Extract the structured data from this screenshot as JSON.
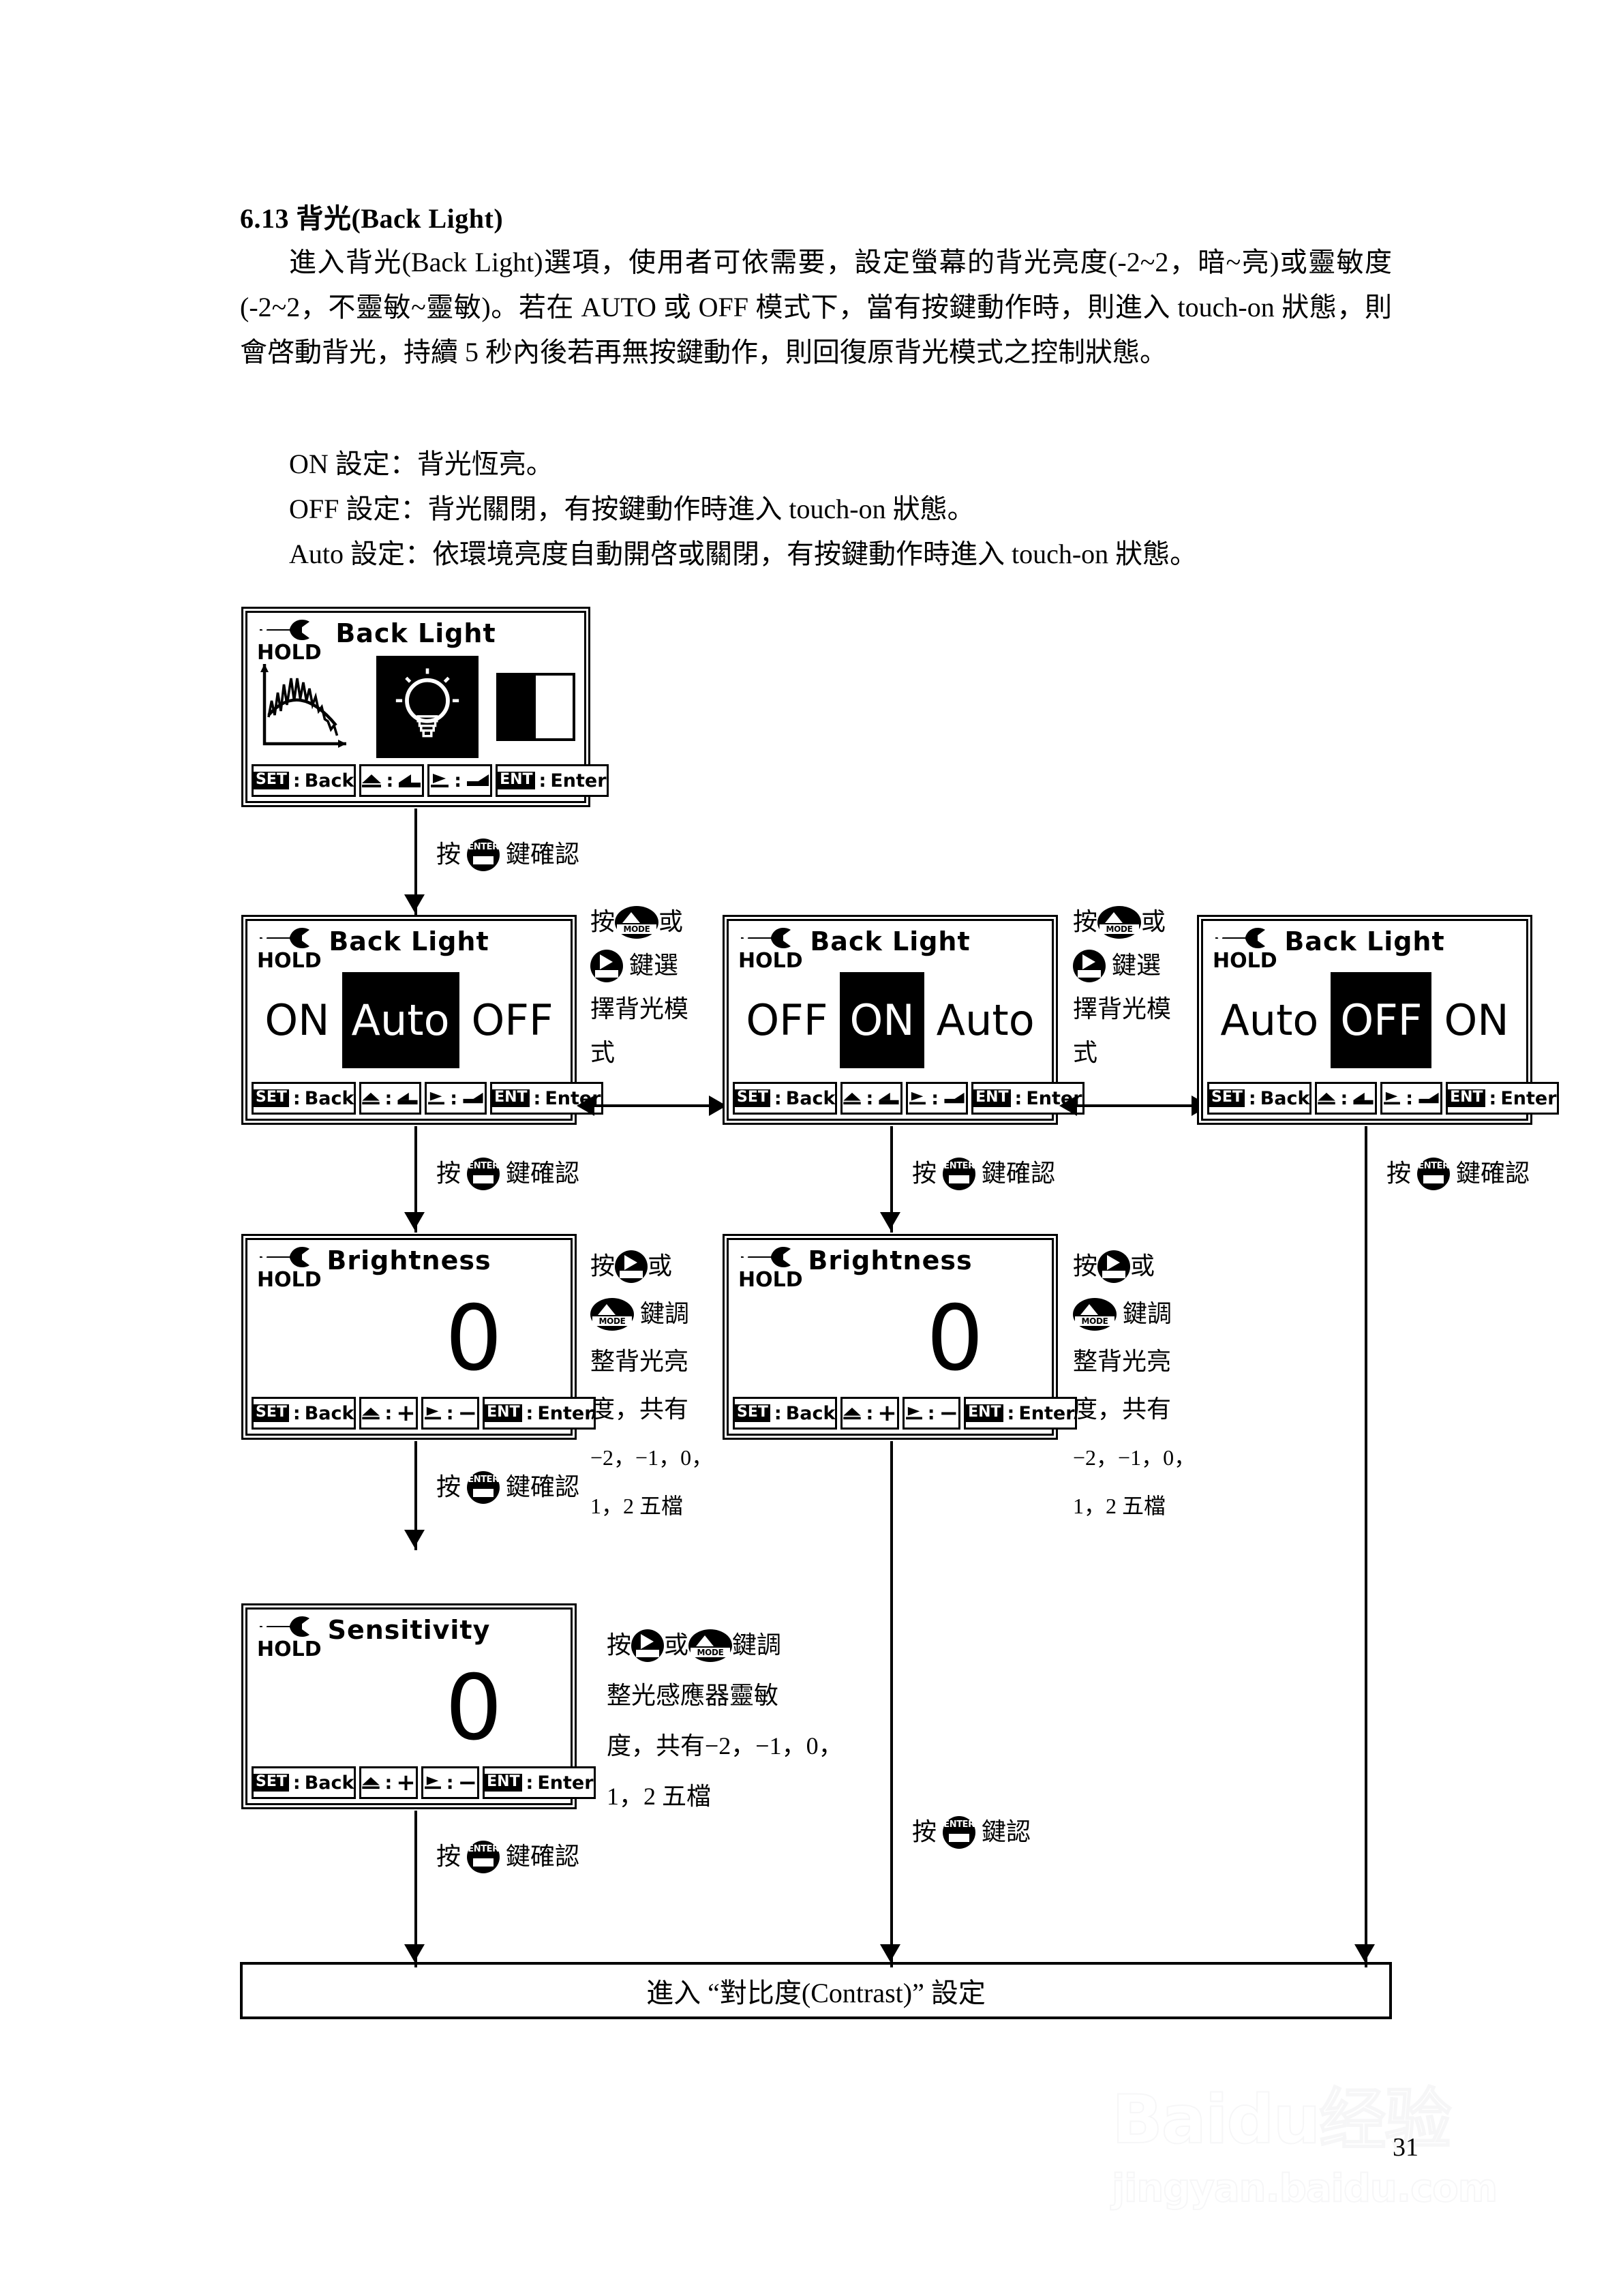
{
  "document": {
    "section_heading": "6.13 背光(Back Light)",
    "paragraphs": [
      "進入背光(Back Light)選項，使用者可依需要，設定螢幕的背光亮度(-2~2，暗~亮)或靈敏度(-2~2，不靈敏~靈敏)。若在 AUTO 或 OFF 模式下，當有按鍵動作時，則進入 touch-on 狀態，則會啓動背光，持續 5 秒內後若再無按鍵動作，則回復原背光模式之控制狀態。",
      "ON 設定：背光恆亮。",
      "OFF 設定：背光關閉，有按鍵動作時進入 touch-on 狀態。",
      "Auto 設定：依環境亮度自動開啓或關閉，有按鍵動作時進入 touch-on 狀態。"
    ],
    "page_number": "31",
    "watermark": {
      "line1": "Baidu经验",
      "line2": "jingyan.baidu.com"
    }
  },
  "screens": {
    "intro": {
      "hold_label": "HOLD",
      "title": "Back Light",
      "icons": [
        "waveform-graph",
        "light-bulb",
        "contrast-block"
      ],
      "keys": [
        {
          "badge": "SET",
          "sep": ":",
          "label": "Back"
        },
        {
          "badge": "",
          "sep": ":",
          "label": "",
          "left_icon": "up-triangle",
          "right_icon": "ramp-up-left"
        },
        {
          "badge": "",
          "sep": ":",
          "label": "",
          "left_icon": "play-flag",
          "right_icon": "ramp-down-right"
        },
        {
          "badge": "ENT",
          "sep": ":",
          "label": "Enter"
        }
      ]
    },
    "mode_auto": {
      "hold_label": "HOLD",
      "title": "Back Light",
      "options": [
        "ON",
        "Auto",
        "OFF"
      ],
      "selected": "Auto",
      "keys": [
        {
          "badge": "SET",
          "sep": ":",
          "label": "Back"
        },
        {
          "badge": "",
          "sep": ":",
          "label": "",
          "left_icon": "up-triangle",
          "right_icon": "ramp-up-left"
        },
        {
          "badge": "",
          "sep": ":",
          "label": "",
          "left_icon": "play-flag",
          "right_icon": "ramp-down-right"
        },
        {
          "badge": "ENT",
          "sep": ":",
          "label": "Enter"
        }
      ]
    },
    "mode_on": {
      "hold_label": "HOLD",
      "title": "Back Light",
      "options": [
        "OFF",
        "ON",
        "Auto"
      ],
      "selected": "ON",
      "keys": [
        {
          "badge": "SET",
          "sep": ":",
          "label": "Back"
        },
        {
          "badge": "",
          "sep": ":",
          "label": "",
          "left_icon": "up-triangle",
          "right_icon": "ramp-up-left"
        },
        {
          "badge": "",
          "sep": ":",
          "label": "",
          "left_icon": "play-flag",
          "right_icon": "ramp-down-right"
        },
        {
          "badge": "ENT",
          "sep": ":",
          "label": "Enter"
        }
      ]
    },
    "mode_off": {
      "hold_label": "HOLD",
      "title": "Back Light",
      "options": [
        "Auto",
        "OFF",
        "ON"
      ],
      "selected": "OFF",
      "keys": [
        {
          "badge": "SET",
          "sep": ":",
          "label": "Back"
        },
        {
          "badge": "",
          "sep": ":",
          "label": "",
          "left_icon": "up-triangle",
          "right_icon": "ramp-up-left"
        },
        {
          "badge": "",
          "sep": ":",
          "label": "",
          "left_icon": "play-flag",
          "right_icon": "ramp-down-right"
        },
        {
          "badge": "ENT",
          "sep": ":",
          "label": "Enter"
        }
      ]
    },
    "brightness_left": {
      "hold_label": "HOLD",
      "title": "Brightness",
      "value": "0",
      "keys": [
        {
          "badge": "SET",
          "sep": ":",
          "label": "Back"
        },
        {
          "badge": "",
          "sep": ":",
          "label": "+",
          "left_icon": "up-triangle"
        },
        {
          "badge": "",
          "sep": ":",
          "label": "−",
          "left_icon": "play-flag"
        },
        {
          "badge": "ENT",
          "sep": ":",
          "label": "Enter"
        }
      ]
    },
    "brightness_mid": {
      "hold_label": "HOLD",
      "title": "Brightness",
      "value": "0",
      "keys": [
        {
          "badge": "SET",
          "sep": ":",
          "label": "Back"
        },
        {
          "badge": "",
          "sep": ":",
          "label": "+",
          "left_icon": "up-triangle"
        },
        {
          "badge": "",
          "sep": ":",
          "label": "−",
          "left_icon": "play-flag"
        },
        {
          "badge": "ENT",
          "sep": ":",
          "label": "Enter"
        }
      ]
    },
    "sensitivity": {
      "hold_label": "HOLD",
      "title": "Sensitivity",
      "value": "0",
      "keys": [
        {
          "badge": "SET",
          "sep": ":",
          "label": "Back"
        },
        {
          "badge": "",
          "sep": ":",
          "label": "+",
          "left_icon": "up-triangle"
        },
        {
          "badge": "",
          "sep": ":",
          "label": "−",
          "left_icon": "play-flag"
        },
        {
          "badge": "ENT",
          "sep": ":",
          "label": "Enter"
        }
      ]
    }
  },
  "annotations": {
    "enter_confirm_1": {
      "pre": "按",
      "key": "ENTER",
      "post": "鍵確認"
    },
    "enter_confirm_2": {
      "pre": "按",
      "key": "ENTER",
      "post": "鍵確認"
    },
    "enter_confirm_3": {
      "pre": "按",
      "key": "ENTER",
      "post": "鍵確認"
    },
    "enter_confirm_4": {
      "pre": "按",
      "key": "ENTER",
      "post": "鍵確認"
    },
    "enter_confirm_5": {
      "pre": "按",
      "key": "ENTER",
      "post": "鍵確認"
    },
    "enter_confirm_6": {
      "pre": "按",
      "key": "ENTER",
      "post": "鍵認"
    },
    "select_mode_1": {
      "l1_pre": "按",
      "l1_key": "MODE",
      "l1_post": "或",
      "l2_key": "PLAY",
      "l2_post": "鍵選",
      "l3": "擇背光模",
      "l4": "式"
    },
    "select_mode_2": {
      "l1_pre": "按",
      "l1_key": "MODE",
      "l1_post": "或",
      "l2_key": "PLAY",
      "l2_post": "鍵選",
      "l3": "擇背光模",
      "l4": "式"
    },
    "adjust_brightness_1": {
      "l1_pre": "按",
      "l1_key": "PLAY",
      "l1_post": "或",
      "l2_key": "MODE",
      "l2_post": "鍵調",
      "l3": "整背光亮",
      "l4": "度，共有",
      "l5": "−2，−1，0，",
      "l6": "1，2 五檔"
    },
    "adjust_brightness_2": {
      "l1_pre": "按",
      "l1_key": "PLAY",
      "l1_post": "或",
      "l2_key": "MODE",
      "l2_post": "鍵調",
      "l3": "整背光亮",
      "l4": "度，共有",
      "l5": "−2，−1，0，",
      "l6": "1，2 五檔"
    },
    "adjust_sensitivity": {
      "l1_pre": "按",
      "l1_key": "PLAY",
      "l1_mid": "或",
      "l1_key2": "MODE",
      "l1_post": "鍵調",
      "l2": "整光感應器靈敏",
      "l3": "度，共有−2，−1，0，",
      "l4": "1，2 五檔"
    }
  },
  "destination": {
    "label": "進入 “對比度(Contrast)” 設定"
  }
}
